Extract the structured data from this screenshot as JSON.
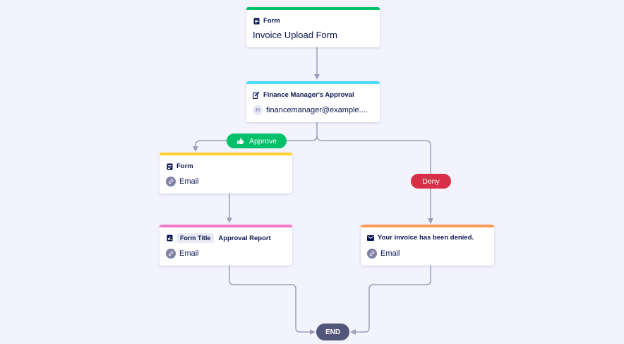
{
  "colors": {
    "form_bar": "#00c16a",
    "approval_bar": "#4bdbff",
    "approve_form_bar": "#ffd02f",
    "report_bar": "#f179c8",
    "email_bar": "#ff9a56",
    "approve_pill": "#00c16a",
    "deny_pill": "#d82e46",
    "connector": "#9c9fb8",
    "end": "#53567b"
  },
  "nodes": {
    "invoice_form": {
      "type_label": "Form",
      "title": "Invoice Upload Form",
      "icon": "form-icon"
    },
    "approval": {
      "type_label": "Finance Manager's Approval",
      "assignee_initials": "FI",
      "assignee_email": "financemanager@example....",
      "icon": "approval-icon"
    },
    "approve_form": {
      "type_label": "Form",
      "action_label": "Email",
      "icon": "form-icon"
    },
    "report": {
      "chip_label": "Form Title",
      "type_label": "Approval Report",
      "action_label": "Email",
      "icon": "report-icon"
    },
    "denied_email": {
      "type_label": "Your invoice has been denied.",
      "action_label": "Email",
      "icon": "email-icon"
    }
  },
  "branches": {
    "approve_label": "Approve",
    "deny_label": "Deny"
  },
  "end_label": "END"
}
